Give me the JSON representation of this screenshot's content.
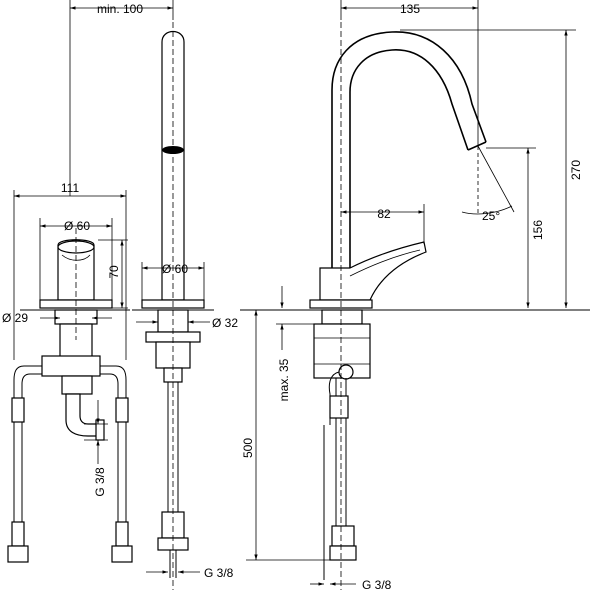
{
  "labels": {
    "min_100": "min. 100",
    "d135": "135",
    "d111": "111",
    "dia60_left": "Ø 60",
    "d70": "70",
    "dia29": "Ø 29",
    "dia60_mid": "Ø 60",
    "dia32": "Ø 32",
    "d82": "82",
    "d25": "25°",
    "d156": "156",
    "d270": "270",
    "max35": "max. 35",
    "d500": "500",
    "g38_left": "G 3/8",
    "g38_mid": "G 3/8",
    "g38_right": "G 3/8"
  }
}
